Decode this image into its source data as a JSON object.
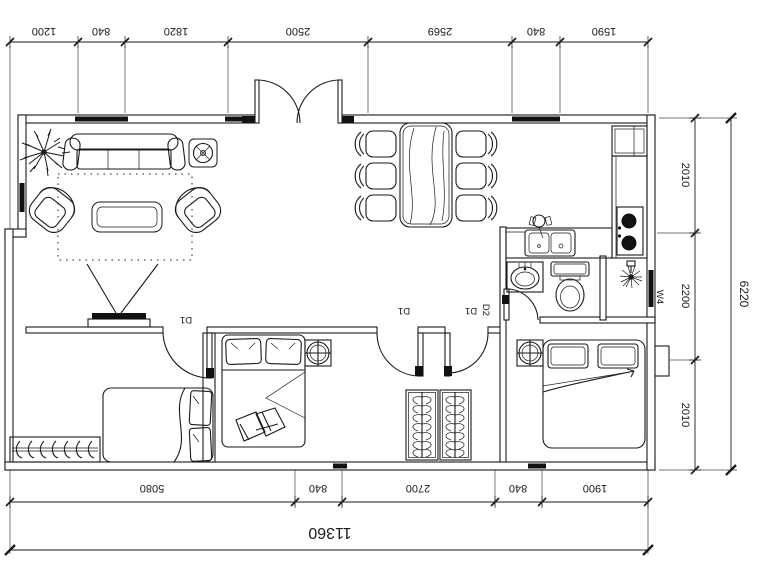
{
  "drawing": {
    "type": "floor-plan",
    "orientation": "rotated-180",
    "colors": {
      "line": "#1a1a1a",
      "background": "#ffffff",
      "window_fill": "#111111"
    }
  },
  "dimensions": {
    "top": [
      "1200",
      "840",
      "1820",
      "2500",
      "2569",
      "840",
      "1590"
    ],
    "bottom": [
      "5080",
      "840",
      "2700",
      "840",
      "1900"
    ],
    "bottom_total": "11360",
    "right": [
      "2010",
      "2200",
      "2010"
    ],
    "right_total": "6220"
  },
  "door_labels": {
    "d1_left_bedroom": "D1",
    "d1_middle_bedroom": "D1",
    "d1_right_bedroom": "D1",
    "d2_bathroom": "D2"
  },
  "window_labels": {
    "w4": "W4"
  }
}
